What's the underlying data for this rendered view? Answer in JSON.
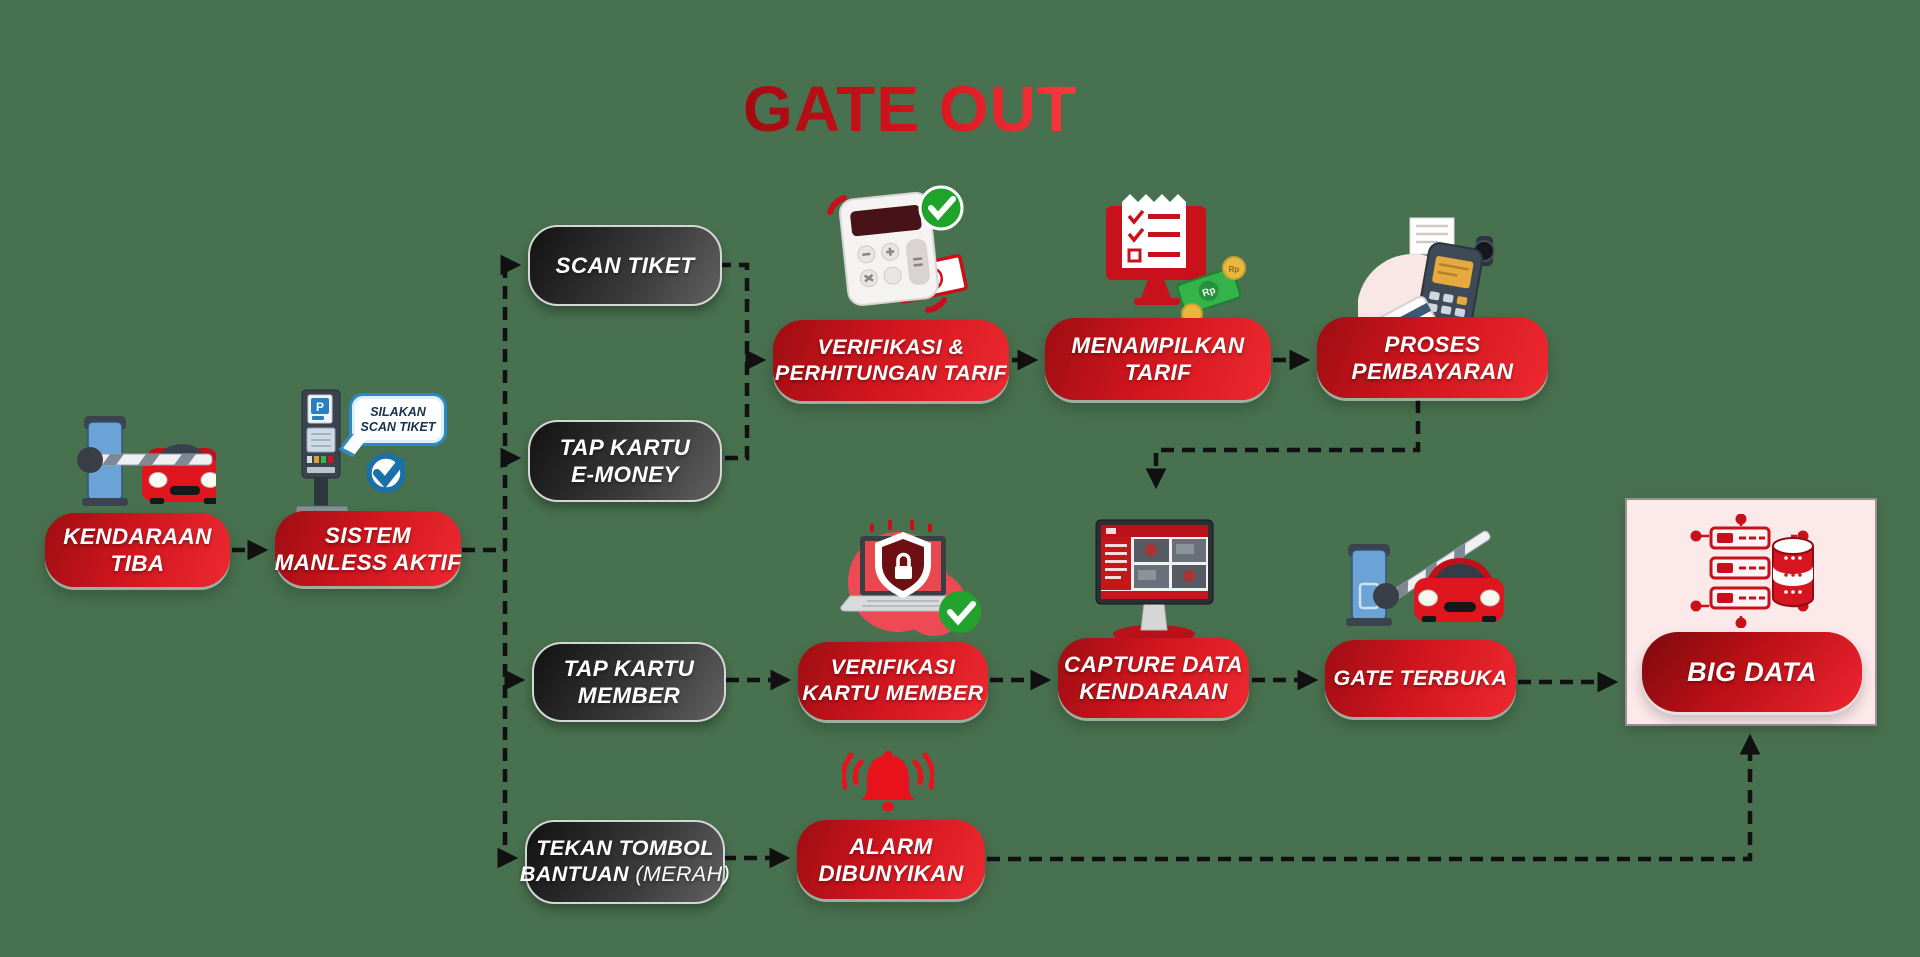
{
  "title": "GATE OUT",
  "colors": {
    "background": "#48714F",
    "red_primary": "#D4161E",
    "red_dark": "#9C0D12",
    "dark_box": "#2E2E2E",
    "panel_background": "#FCE9EA",
    "connector": "#111111",
    "text": "#FFFFFF",
    "blue_accent": "#1C72AC",
    "green_check": "#1FA32B"
  },
  "flow": {
    "start": {
      "kendaraan_tiba": {
        "line1": "KENDARAAN",
        "line2": "TIBA"
      },
      "sistem_manless_aktif": {
        "line1": "SISTEM",
        "line2": "MANLESS AKTIF"
      }
    },
    "options": {
      "scan_tiket": {
        "line1": "SCAN TIKET"
      },
      "tap_kartu_emoney": {
        "line1": "TAP KARTU",
        "line2": "E-MONEY"
      },
      "tap_kartu_member": {
        "line1": "TAP KARTU",
        "line2": "MEMBER"
      },
      "tekan_tombol_bantuan": {
        "line1": "TEKAN TOMBOL",
        "line2_bold": "BANTUAN",
        "line2_light": "(MERAH)"
      }
    },
    "ticket_path": {
      "verifikasi_perhitungan_tarif": {
        "line1": "VERIFIKASI &",
        "line2": "PERHITUNGAN TARIF"
      },
      "menampilkan_tarif": {
        "line1": "MENAMPILKAN",
        "line2": "TARIF"
      },
      "proses_pembayaran": {
        "line1": "PROSES",
        "line2": "PEMBAYARAN"
      }
    },
    "member_path": {
      "verifikasi_kartu_member": {
        "line1": "VERIFIKASI",
        "line2": "KARTU MEMBER"
      },
      "capture_data_kendaraan": {
        "line1": "CAPTURE DATA",
        "line2": "KENDARAAN"
      },
      "gate_terbuka": {
        "line1": "GATE TERBUKA"
      }
    },
    "alarm_path": {
      "alarm_dibunyikan": {
        "line1": "ALARM",
        "line2": "DIBUNYIKAN"
      }
    },
    "end": {
      "big_data": {
        "line1": "BIG DATA"
      }
    }
  },
  "annotations": {
    "speech_bubble": {
      "line1": "SILAKAN",
      "line2": "SCAN TIKET"
    },
    "currency_label": "Rp",
    "parking_sign": "P"
  },
  "icons": {
    "kendaraan_tiba": "barrier-gate-closed-with-car-icon",
    "sistem_manless": "parking-kiosk-icon",
    "sistem_manless_check": "blue-check-icon",
    "verifikasi_perhitungan": "calculator-check-money-icon",
    "menampilkan_tarif": "monitor-receipt-money-icon",
    "proses_pembayaran": "edc-payment-terminal-icon",
    "verifikasi_kartu_member": "laptop-shield-lock-icon",
    "capture_data": "cctv-dashboard-monitor-icon",
    "gate_terbuka": "barrier-gate-open-with-car-icon",
    "alarm": "alarm-bell-icon",
    "big_data": "server-database-network-icon"
  }
}
